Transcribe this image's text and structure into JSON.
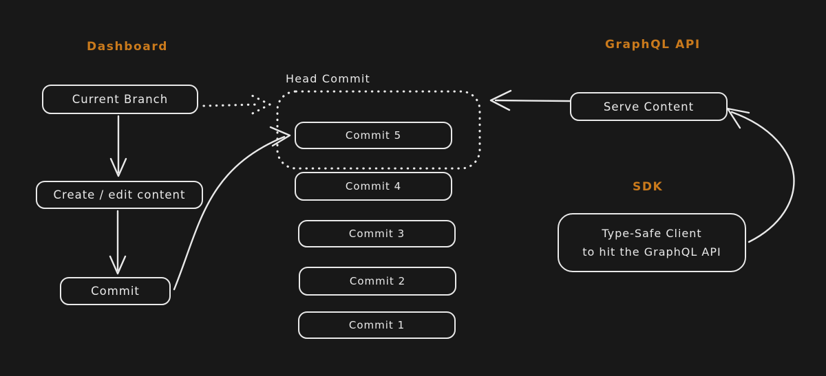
{
  "colors": {
    "bg": "#181818",
    "stroke": "#e9e9e9",
    "accent": "#ca7a1c"
  },
  "section_labels": {
    "dashboard": "Dashboard",
    "graphql_api": "GraphQL API",
    "sdk": "SDK"
  },
  "annotations": {
    "head_commit": "Head Commit"
  },
  "nodes": {
    "current_branch": "Current Branch",
    "create_edit_content": "Create / edit content",
    "commit": "Commit",
    "commit_5": "Commit 5",
    "commit_4": "Commit 4",
    "commit_3": "Commit 3",
    "commit_2": "Commit 2",
    "commit_1": "Commit 1",
    "serve_content": "Serve Content",
    "type_safe_client": {
      "line1": "Type-Safe Client",
      "line2": "to hit the GraphQL API"
    }
  },
  "edges": [
    {
      "from": "current_branch",
      "to": "head_commit_container",
      "style": "dotted-arrow"
    },
    {
      "from": "current_branch",
      "to": "create_edit_content",
      "style": "solid-arrow"
    },
    {
      "from": "create_edit_content",
      "to": "commit",
      "style": "solid-arrow"
    },
    {
      "from": "commit",
      "to": "commit_5",
      "style": "curved-arrow"
    },
    {
      "from": "serve_content",
      "to": "head_commit_container",
      "style": "solid-arrow"
    },
    {
      "from": "type_safe_client",
      "to": "serve_content",
      "style": "curved-arrow"
    }
  ]
}
